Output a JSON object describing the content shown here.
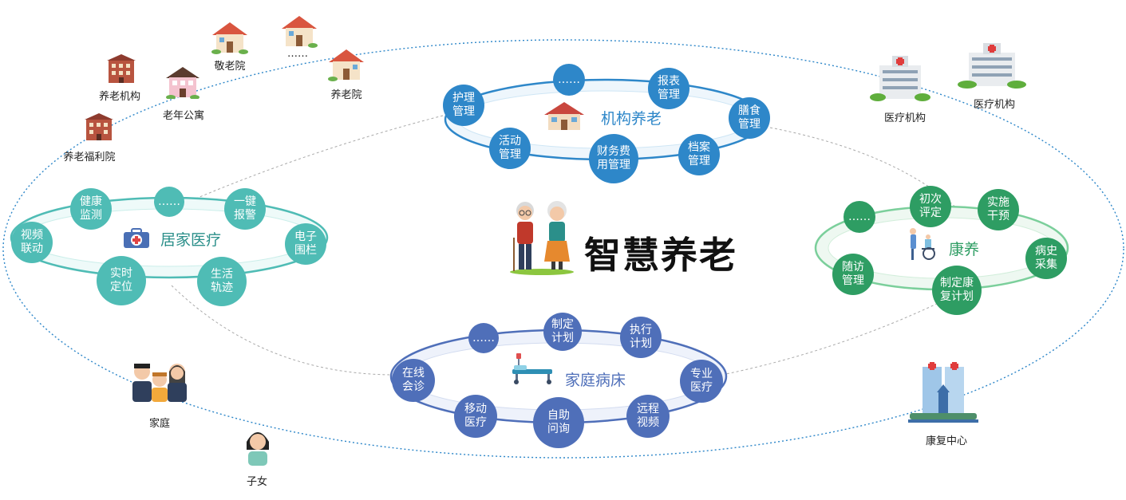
{
  "center": {
    "title": "智慧养老"
  },
  "colors": {
    "institution": "#2e87c9",
    "home_medical": "#4fbcb5",
    "rehab": "#2e9d63",
    "home_bed": "#4f6fb9",
    "orbit": "#2e87c9"
  },
  "rings": {
    "institution": {
      "title": "机构养老",
      "nodes": [
        "……",
        "报表\n管理",
        "护理\n管理",
        "膳食\n管理",
        "活动\n管理",
        "财务费\n用管理",
        "档案\n管理"
      ]
    },
    "home_medical": {
      "title": "居家医疗",
      "nodes": [
        "健康\n监测",
        "……",
        "一键\n报警",
        "视频\n联动",
        "电子\n围栏",
        "实时\n定位",
        "生活\n轨迹"
      ]
    },
    "rehab": {
      "title": "康养",
      "nodes": [
        "初次\n评定",
        "实施\n干预",
        "……",
        "病史\n采集",
        "随访\n管理",
        "制定康\n复计划"
      ]
    },
    "home_bed": {
      "title": "家庭病床",
      "nodes": [
        "……",
        "制定\n计划",
        "执行\n计划",
        "在线\n会诊",
        "专业\n医疗",
        "移动\n医疗",
        "自助\n问询",
        "远程\n视频"
      ]
    }
  },
  "places": {
    "nursing_org": "养老机构",
    "senior_apartment": "老年公寓",
    "respect_home": "敬老院",
    "ellipsis": "……",
    "elder_home": "养老院",
    "welfare_home": "养老福利院",
    "medical_1": "医疗机构",
    "medical_2": "医疗机构",
    "family": "家庭",
    "children": "子女",
    "rehab_center": "康复中心"
  }
}
